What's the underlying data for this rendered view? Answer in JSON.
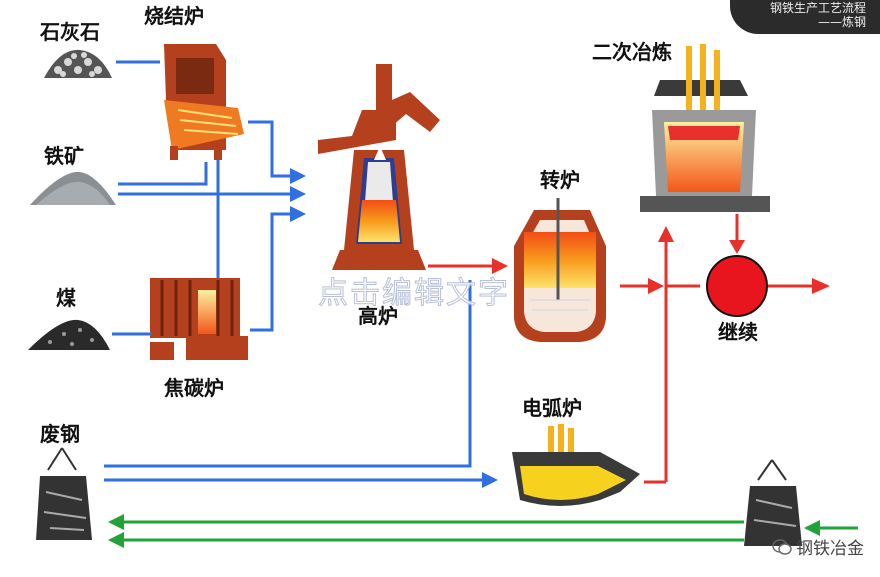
{
  "colors": {
    "blue_flow": "#2f6fe0",
    "red_flow": "#e8312a",
    "green_flow": "#22a33a",
    "furnace_brick": "#b5401e",
    "molten": "#f6b21e"
  },
  "labels": {
    "limestone": "石灰石",
    "sinter": "烧结炉",
    "iron_ore": "铁矿",
    "coal": "煤",
    "coke_oven": "焦碳炉",
    "blast_furnace": "高炉",
    "converter": "转炉",
    "secondary_refining": "二次冶炼",
    "continuous_casting": "继续",
    "eaf": "电弧炉",
    "scrap": "废钢"
  },
  "watermark": "点击编辑文字",
  "corner_banner": {
    "line1": "钢铁生产工艺流程",
    "line2": "——炼钢"
  },
  "brand": "钢铁冶金",
  "icons": [
    "wechat-icon"
  ]
}
